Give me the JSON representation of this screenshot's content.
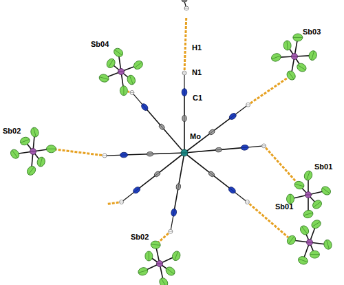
{
  "diagram": {
    "labels": [
      "Sb03",
      "Sb04",
      "H1",
      "N1",
      "C1",
      "Sb02",
      "Mo",
      "Sb01",
      "Sb01",
      "Sb02"
    ]
  }
}
